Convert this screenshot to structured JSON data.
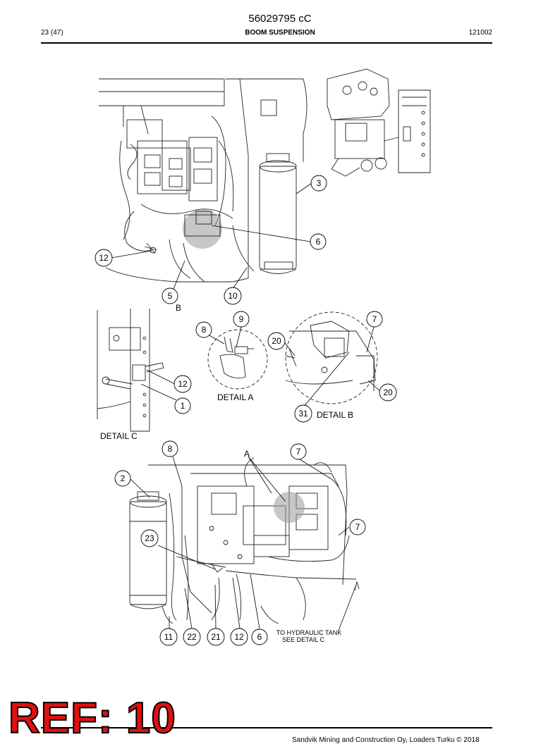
{
  "header": {
    "doc_number": "56029795 cC",
    "page": "23 (47)",
    "section_title": "BOOM SUSPENSION",
    "date_code": "121002"
  },
  "details": {
    "a": "DETAIL A",
    "b": "DETAIL B",
    "c": "DETAIL C",
    "marker_a": "A",
    "marker_b": "B"
  },
  "note": {
    "line1": "TO HYDRAULIC TANK",
    "line2": "SEE DETAIL C"
  },
  "callouts": {
    "c3": "3",
    "c6_top": "6",
    "c12_top": "12",
    "c5": "5",
    "c10": "10",
    "c9": "9",
    "c8_a": "8",
    "c20_left": "20",
    "c7_b": "7",
    "c20_right": "20",
    "c31": "31",
    "c12_c": "12",
    "c1": "1",
    "c8_bot": "8",
    "c7_bot_top": "7",
    "c2": "2",
    "c7_bot_right": "7",
    "c23": "23",
    "c11": "11",
    "c22": "22",
    "c21": "21",
    "c12_bot": "12",
    "c6_bot": "6"
  },
  "footer": {
    "copyright": "Sandvik Mining and Construction Oy, Loaders Turku © 2018"
  },
  "stamp": {
    "text": "REF: 10"
  }
}
